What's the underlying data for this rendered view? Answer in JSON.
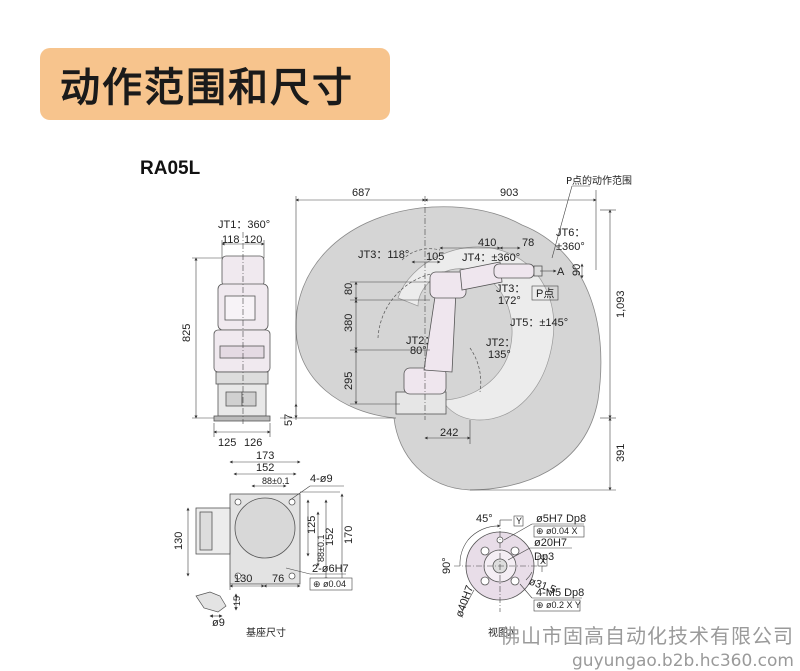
{
  "title": "动作范围和尺寸",
  "model": "RA05L",
  "front_view": {
    "jt1": "JT1：360°",
    "top_dims": [
      "118",
      "120"
    ],
    "height": "825",
    "bottom_dims": [
      "125",
      "126"
    ]
  },
  "side_view": {
    "top_dims": [
      "687",
      "903"
    ],
    "p_range_label": "P点的动作范围",
    "jt6": "JT6：",
    "jt6_val": "±360°",
    "jt3_118": "JT3：118°",
    "d410": "410",
    "d78": "78",
    "d105": "105",
    "jt4": "JT4：±360°",
    "a_label": "A",
    "d90": "90",
    "jt3_172": "JT3：",
    "jt3_172_val": "172°",
    "p_point": "P点",
    "d1093": "1,093",
    "d80": "80",
    "d380": "380",
    "jt5": "JT5：±145°",
    "jt2_80": "JT2：",
    "jt2_80_val": "80°",
    "jt2_135": "JT2：",
    "jt2_135_val": "135°",
    "d295": "295",
    "d57": "57",
    "d242": "242",
    "d391": "391"
  },
  "base_view": {
    "d173": "173",
    "d152": "152",
    "d88": "88±0.1",
    "holes": "4-ø9",
    "d130": "130",
    "d125": "125",
    "d152v": "152",
    "d170": "170",
    "d88v": "88±0.1",
    "d130b": "130",
    "d76": "76",
    "pin": "2-ø6H7",
    "pin_tol": "⊕ ø0.04",
    "d15": "15",
    "d9": "ø9",
    "caption": "基座尺寸"
  },
  "flange_view": {
    "angle45": "45°",
    "y_label": "Y",
    "d5h7": "ø5H7 Dp8",
    "tol1": "⊕ ø0.04 X",
    "d20h7": "ø20H7",
    "x_label": "X",
    "dp3": "Dp3",
    "angle90": "90°",
    "d315": "ø31.5",
    "d40h7": "ø40H7",
    "m5": "4-M5 Dp8",
    "tol2": "⊕ ø0.2 X Y",
    "caption": "视图A"
  },
  "watermark": {
    "line1": "佛山市固高自动化技术有限公司",
    "line2": "guyungao.b2b.hc360.com"
  }
}
